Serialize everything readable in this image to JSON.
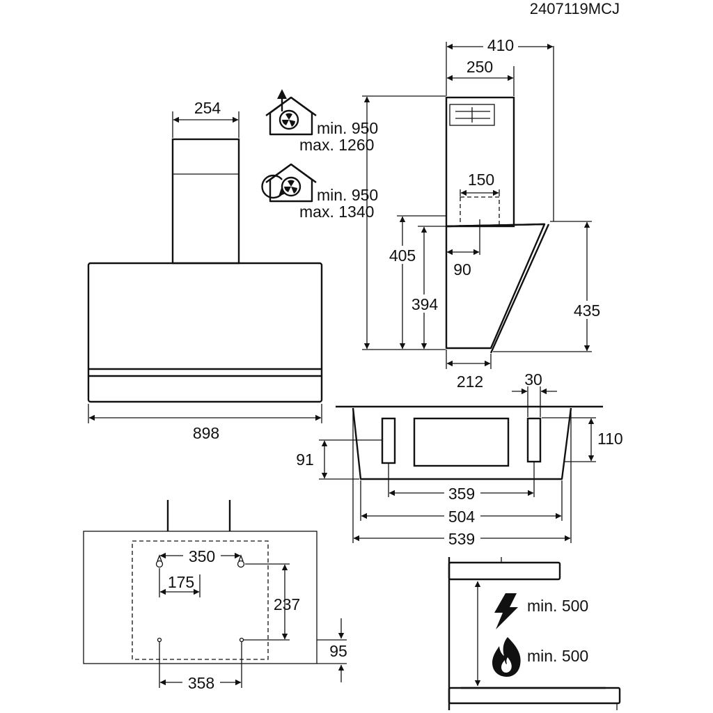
{
  "drawing_ref": "2407119MCJ",
  "front_view": {
    "chimney_width": "254",
    "hood_width": "898"
  },
  "installation_heights": {
    "extraction_mode": {
      "icon": "house-extraction-icon",
      "min": "min. 950",
      "max": "max. 1260"
    },
    "recirculation_mode": {
      "icon": "house-recirculation-icon",
      "min": "min. 950",
      "max": "max. 1340"
    }
  },
  "side_view": {
    "total_depth": "410",
    "chimney_depth": "250",
    "outlet_width": "150",
    "outlet_offset": "90",
    "height_405": "405",
    "height_394": "394",
    "height_435": "435",
    "bottom_depth": "212"
  },
  "top_view": {
    "slot_width": "30",
    "slot_height": "110",
    "edge_height": "91",
    "slot_spacing": "359",
    "inner_width": "504",
    "outer_width": "539"
  },
  "mounting_view": {
    "upper_holes": "350",
    "half_spacing": "175",
    "vertical_spacing": "237",
    "bottom_offset": "95",
    "lower_holes": "358"
  },
  "clearance": {
    "electric": {
      "icon": "lightning-icon",
      "label": "min. 500"
    },
    "gas": {
      "icon": "flame-icon",
      "label": "min. 500"
    }
  }
}
